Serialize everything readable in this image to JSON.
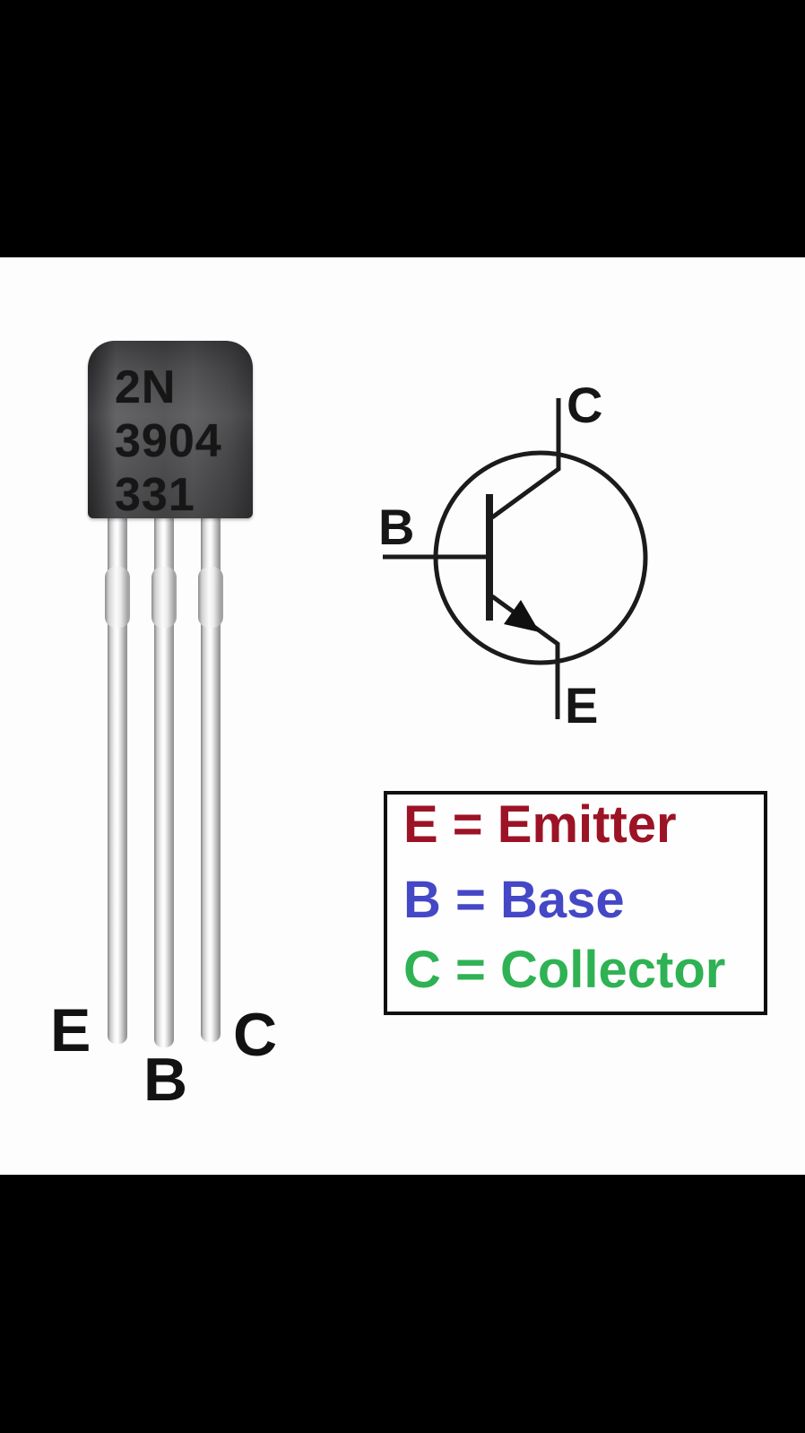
{
  "letterbox_color": "#000000",
  "canvas_color": "#fdfdfd",
  "transistor": {
    "marking_lines": [
      "2N",
      "3904",
      "331"
    ],
    "pin_labels": {
      "emitter": "E",
      "base": "B",
      "collector": "C"
    }
  },
  "symbol": {
    "collector_label": "C",
    "base_label": "B",
    "emitter_label": "E"
  },
  "legend": {
    "items": [
      {
        "text": "E = Emitter",
        "color": "#9c1326"
      },
      {
        "text": "B = Base",
        "color": "#4447c6"
      },
      {
        "text": "C = Collector",
        "color": "#2eb254"
      }
    ]
  }
}
